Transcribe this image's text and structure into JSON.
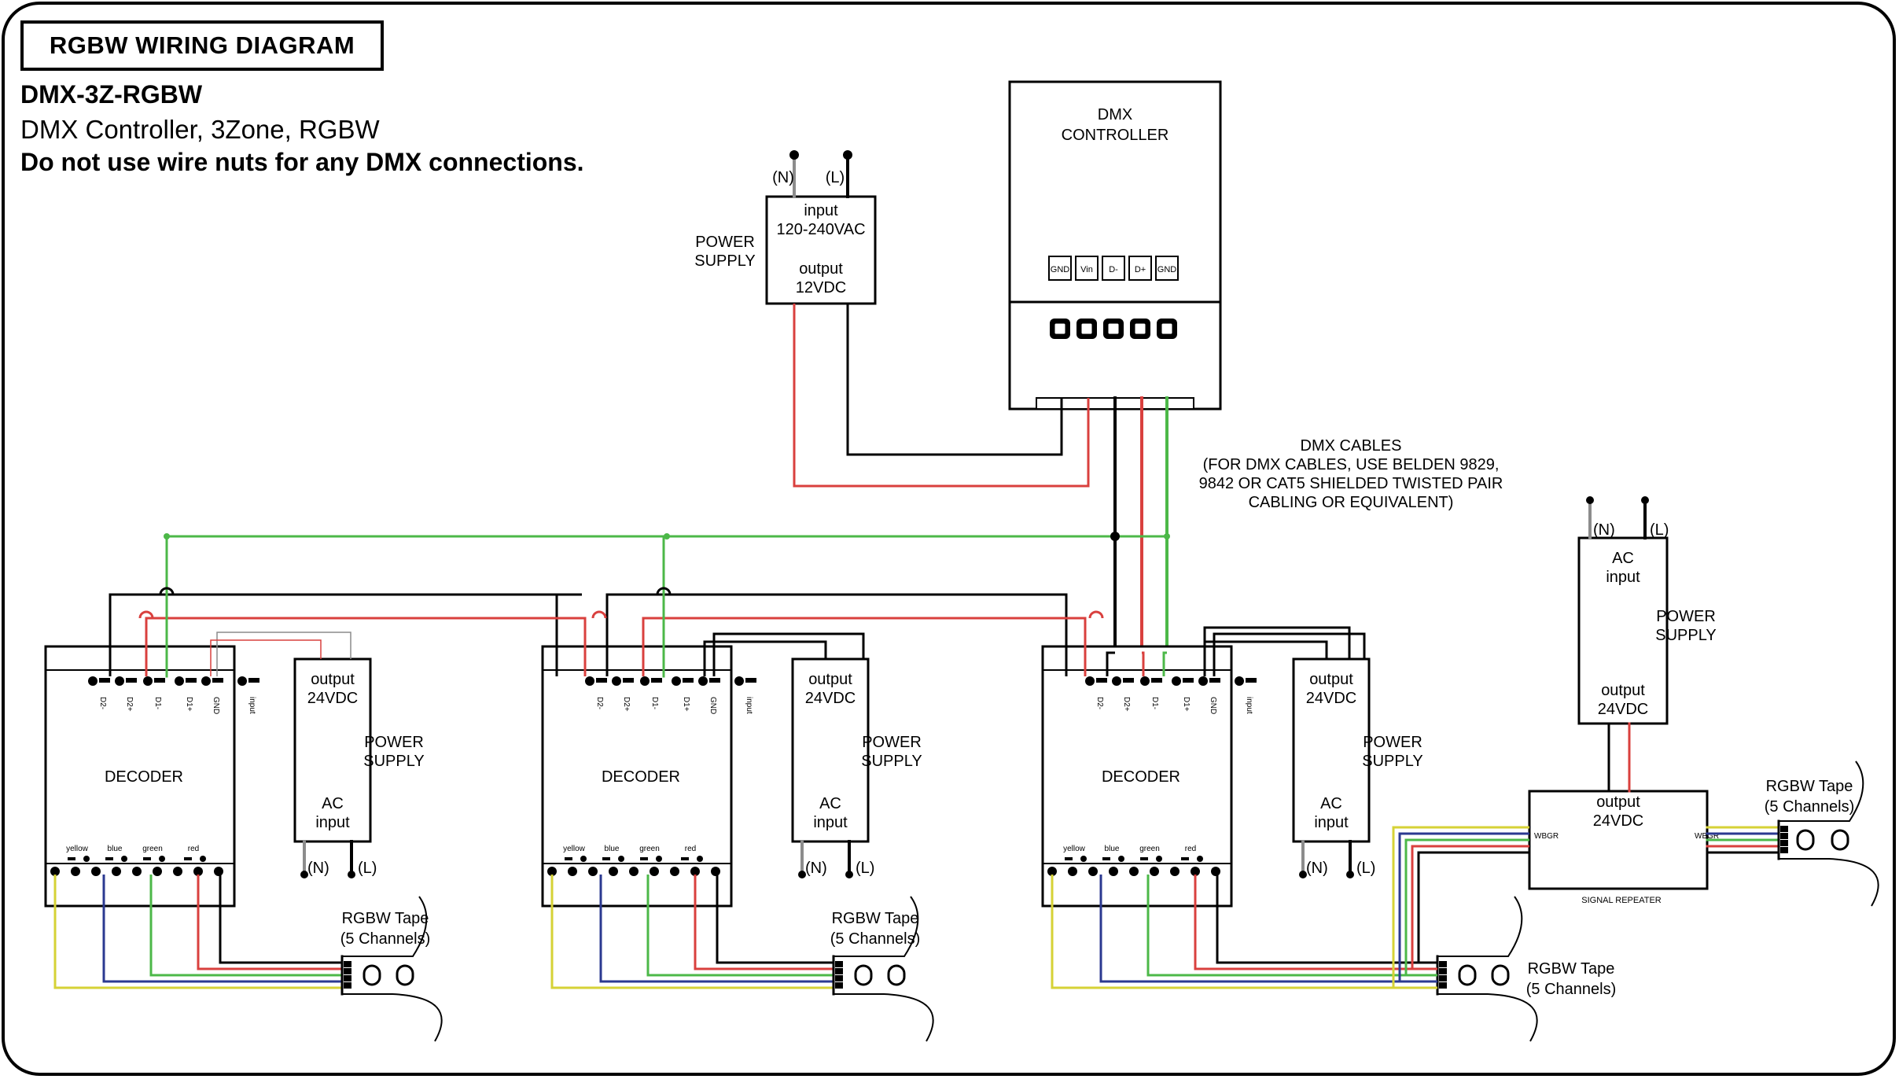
{
  "header": {
    "title": "RGBW WIRING DIAGRAM",
    "model": "DMX-3Z-RGBW",
    "description": "DMX Controller, 3Zone, RGBW",
    "warning": "Do not use wire nuts for any DMX connections."
  },
  "dmx_controller": {
    "label_line1": "DMX",
    "label_line2": "CONTROLLER",
    "terminals": [
      "GND",
      "Vin",
      "D-",
      "D+",
      "GND"
    ]
  },
  "input_power_supply": {
    "neutral": "(N)",
    "line": "(L)",
    "input_line1": "input",
    "input_line2": "120-240VAC",
    "output_line1": "output",
    "output_line2": "12VDC",
    "name_line1": "POWER",
    "name_line2": "SUPPLY"
  },
  "dmx_cables_note": [
    "DMX CABLES",
    "(FOR DMX CABLES, USE BELDEN 9829,",
    "9842 OR CAT5 SHIELDED TWISTED PAIR",
    "CABLING OR EQUIVALENT)"
  ],
  "decoder": {
    "label": "DECODER",
    "top_terminals": [
      "D2-",
      "D2+",
      "D1-",
      "D1+",
      "GND",
      "input"
    ],
    "bottom_terminals": [
      "yellow",
      "blue",
      "green",
      "red"
    ]
  },
  "zone_power_supply": {
    "output_line1": "output",
    "output_line2": "24VDC",
    "input_line1": "AC",
    "input_line2": "input",
    "neutral": "(N)",
    "line": "(L)",
    "name_line1": "POWER",
    "name_line2": "SUPPLY"
  },
  "tape": {
    "name_line1": "RGBW Tape",
    "name_line2": "(5 Channels)"
  },
  "repeater": {
    "label": "SIGNAL REPEATER",
    "output_line1": "output",
    "output_line2": "24VDC",
    "port_letters": "WBGR"
  },
  "colors": {
    "black": "#1a1a1a",
    "red": "#d9403e",
    "green": "#4cb848",
    "blue": "#2b3990",
    "yellow": "#d6d236",
    "gray": "#8c8c8c"
  }
}
